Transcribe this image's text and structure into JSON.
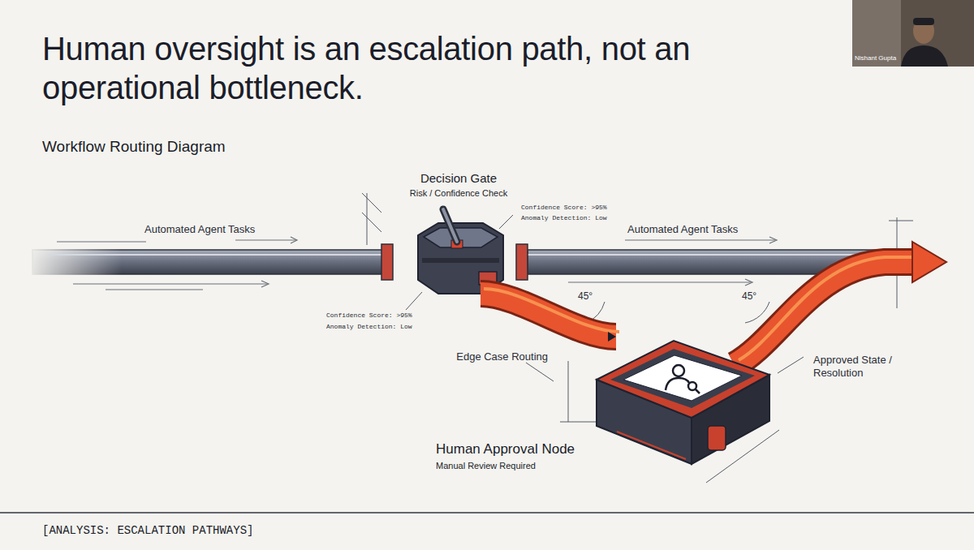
{
  "diagram": {
    "title": "Human oversight is an escalation path, not an operational bottleneck.",
    "caption": "[ANALYSIS: ESCALATION PATHWAYS]",
    "nodes": [
      {
        "text": [
          "Decision Gate",
          "Risk / Confidence Check"
        ]
      },
      {
        "text": [
          "Human Approval Node",
          "Manual Review Required"
        ]
      }
    ],
    "edges": [
      {
        "from": 0,
        "to": 1,
        "arrow": "to"
      }
    ],
    "labels": [
      "Workflow Routing Diagram",
      "Automated Agent Tasks",
      "Automated Agent Tasks",
      "Confidence Score: >95%",
      "Anomaly Detection: Low",
      "Confidence Score: >95%",
      "Anomaly Detection: Low",
      "45°",
      "45°",
      "Edge Case Routing",
      "Approved State / Resolution",
      "Nishant Gupta"
    ]
  }
}
